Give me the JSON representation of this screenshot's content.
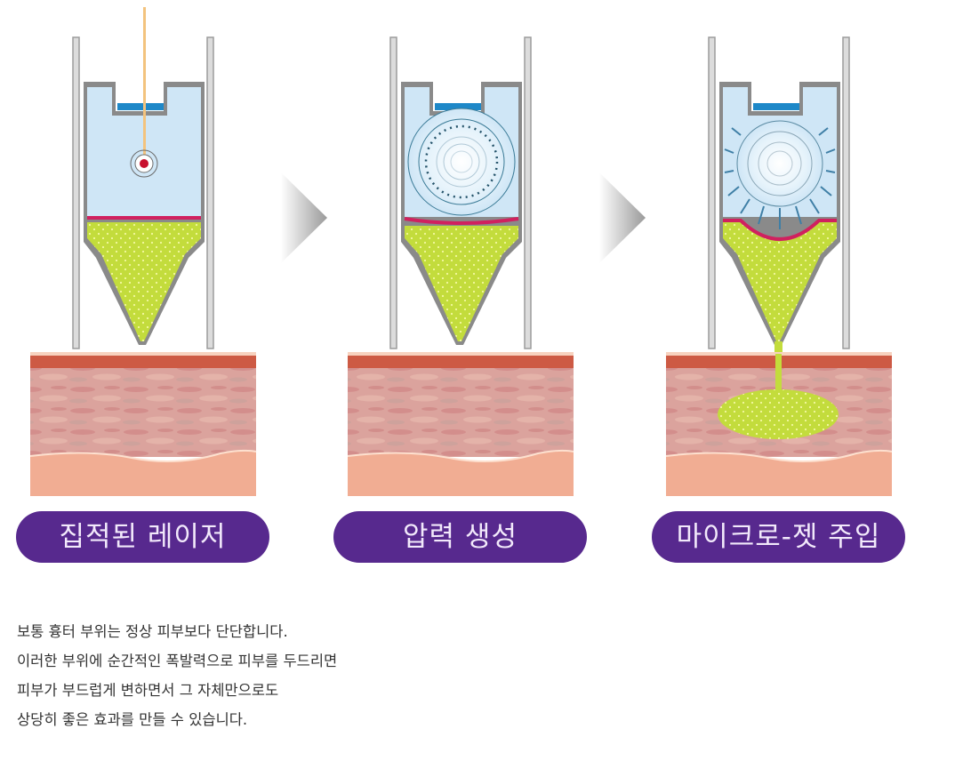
{
  "steps": [
    {
      "label": "집적된 레이저",
      "state": "laser-focus"
    },
    {
      "label": "압력 생성",
      "state": "pressure"
    },
    {
      "label": "마이크로-젯 주입",
      "state": "micro-jet"
    }
  ],
  "description": {
    "lines": [
      "보통 흉터 부위는 정상 피부보다 단단합니다.",
      "이러한 부위에 순간적인 폭발력으로 피부를 두드리면",
      "피부가 부드럽게 변하면서 그 자체만으로도",
      "상당히 좋은 효과를 만들 수 있습니다."
    ]
  },
  "colors": {
    "pill": "#57298e",
    "pill_text": "#f2e9fb",
    "chamber_water": "#cfe6f6",
    "gel": "#c3dc3c",
    "membrane": "#d0215f",
    "nozzle_cap": "#1e88c8",
    "laser": "#f3c37e",
    "epidermis": "#cd5a44",
    "dermis": "#dba39d",
    "subcutis": "#f1ad93"
  }
}
